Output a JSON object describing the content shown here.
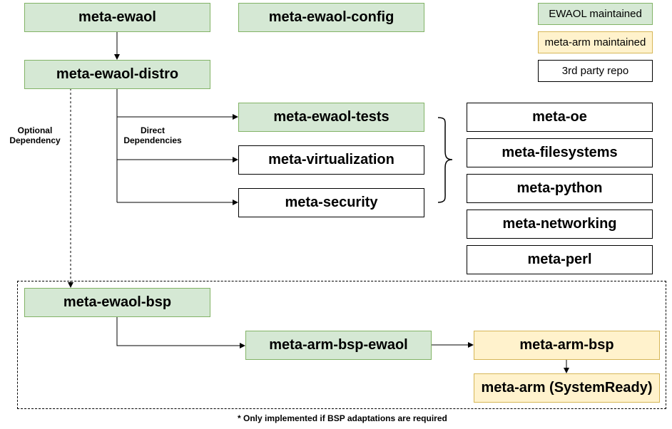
{
  "colors": {
    "ewaol_fill": "#d5e8d4",
    "ewaol_stroke": "#82b366",
    "arm_fill": "#fff2cc",
    "arm_stroke": "#d6b656",
    "third_fill": "#ffffff",
    "third_stroke": "#000000"
  },
  "legend": {
    "ewaol": "EWAOL maintained",
    "arm": "meta-arm maintained",
    "third": "3rd party repo"
  },
  "layers": {
    "meta_ewaol": "meta-ewaol",
    "meta_ewaol_config": "meta-ewaol-config",
    "meta_ewaol_distro": "meta-ewaol-distro",
    "meta_ewaol_tests": "meta-ewaol-tests",
    "meta_virtualization": "meta-virtualization",
    "meta_security": "meta-security",
    "meta_oe": "meta-oe",
    "meta_filesystems": "meta-filesystems",
    "meta_python": "meta-python",
    "meta_networking": "meta-networking",
    "meta_perl": "meta-perl",
    "meta_ewaol_bsp": "meta-ewaol-bsp",
    "meta_arm_bsp_ewaol": "meta-arm-bsp-ewaol",
    "meta_arm_bsp": "meta-arm-bsp",
    "meta_arm_systemready": "meta-arm (SystemReady)"
  },
  "labels": {
    "optional_line1": "Optional",
    "optional_line2": "Dependency",
    "direct_line1": "Direct",
    "direct_line2": "Dependencies",
    "footnote": "* Only implemented if BSP adaptations are required"
  }
}
